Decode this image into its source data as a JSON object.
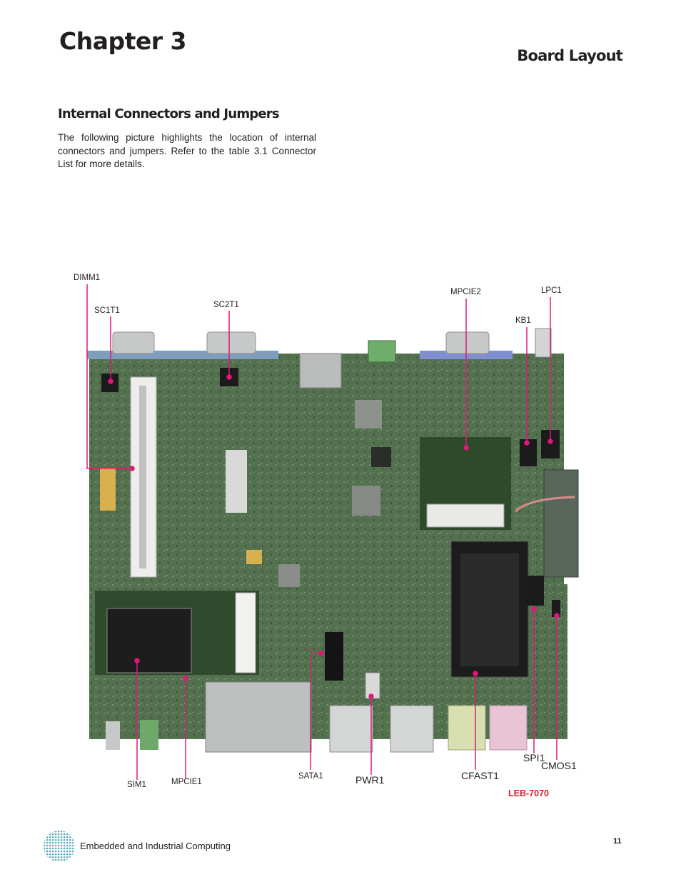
{
  "header": {
    "chapter": "Chapter 3",
    "section": "Board Layout"
  },
  "content": {
    "subheading": "Internal Connectors and Jumpers",
    "intro": "The following picture highlights the location of internal connectors and jumpers. Refer to the table 3.1 Connector List for more details."
  },
  "board": {
    "model": "LEB-7070",
    "connectors": [
      "DIMM1",
      "SC1T1",
      "SC2T1",
      "MPCIE2",
      "LPC1",
      "KB1",
      "SPI1",
      "CMOS1",
      "CFAST1",
      "PWR1",
      "SATA1",
      "MPCIE1",
      "SIM1"
    ],
    "colors": {
      "pcb": "#4f6b4d",
      "callout": "#e0187a",
      "dsub_blue": "#7f9dbd"
    }
  },
  "footer": {
    "text": "Embedded and Industrial Computing",
    "page": "11"
  }
}
